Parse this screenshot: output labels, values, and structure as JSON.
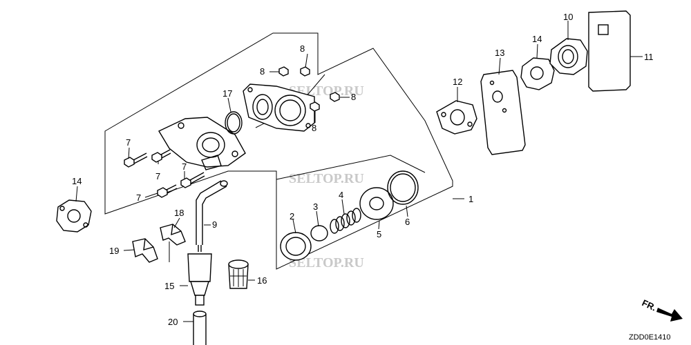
{
  "watermark": "SELTOP.RU",
  "direction_label": "FR.",
  "diagram_code": "ZDD0E1410",
  "callouts": {
    "c1": "1",
    "c2": "2",
    "c3": "3",
    "c4": "4",
    "c5": "5",
    "c6": "6",
    "c7a": "7",
    "c7b": "7",
    "c7c": "7",
    "c7d": "7",
    "c8a": "8",
    "c8b": "8",
    "c8c": "8",
    "c8d": "8",
    "c9": "9",
    "c10": "10",
    "c11": "11",
    "c12": "12",
    "c13": "13",
    "c14a": "14",
    "c14b": "14",
    "c15": "15",
    "c16": "16",
    "c17": "17",
    "c18": "18",
    "c19": "19",
    "c20": "20"
  }
}
